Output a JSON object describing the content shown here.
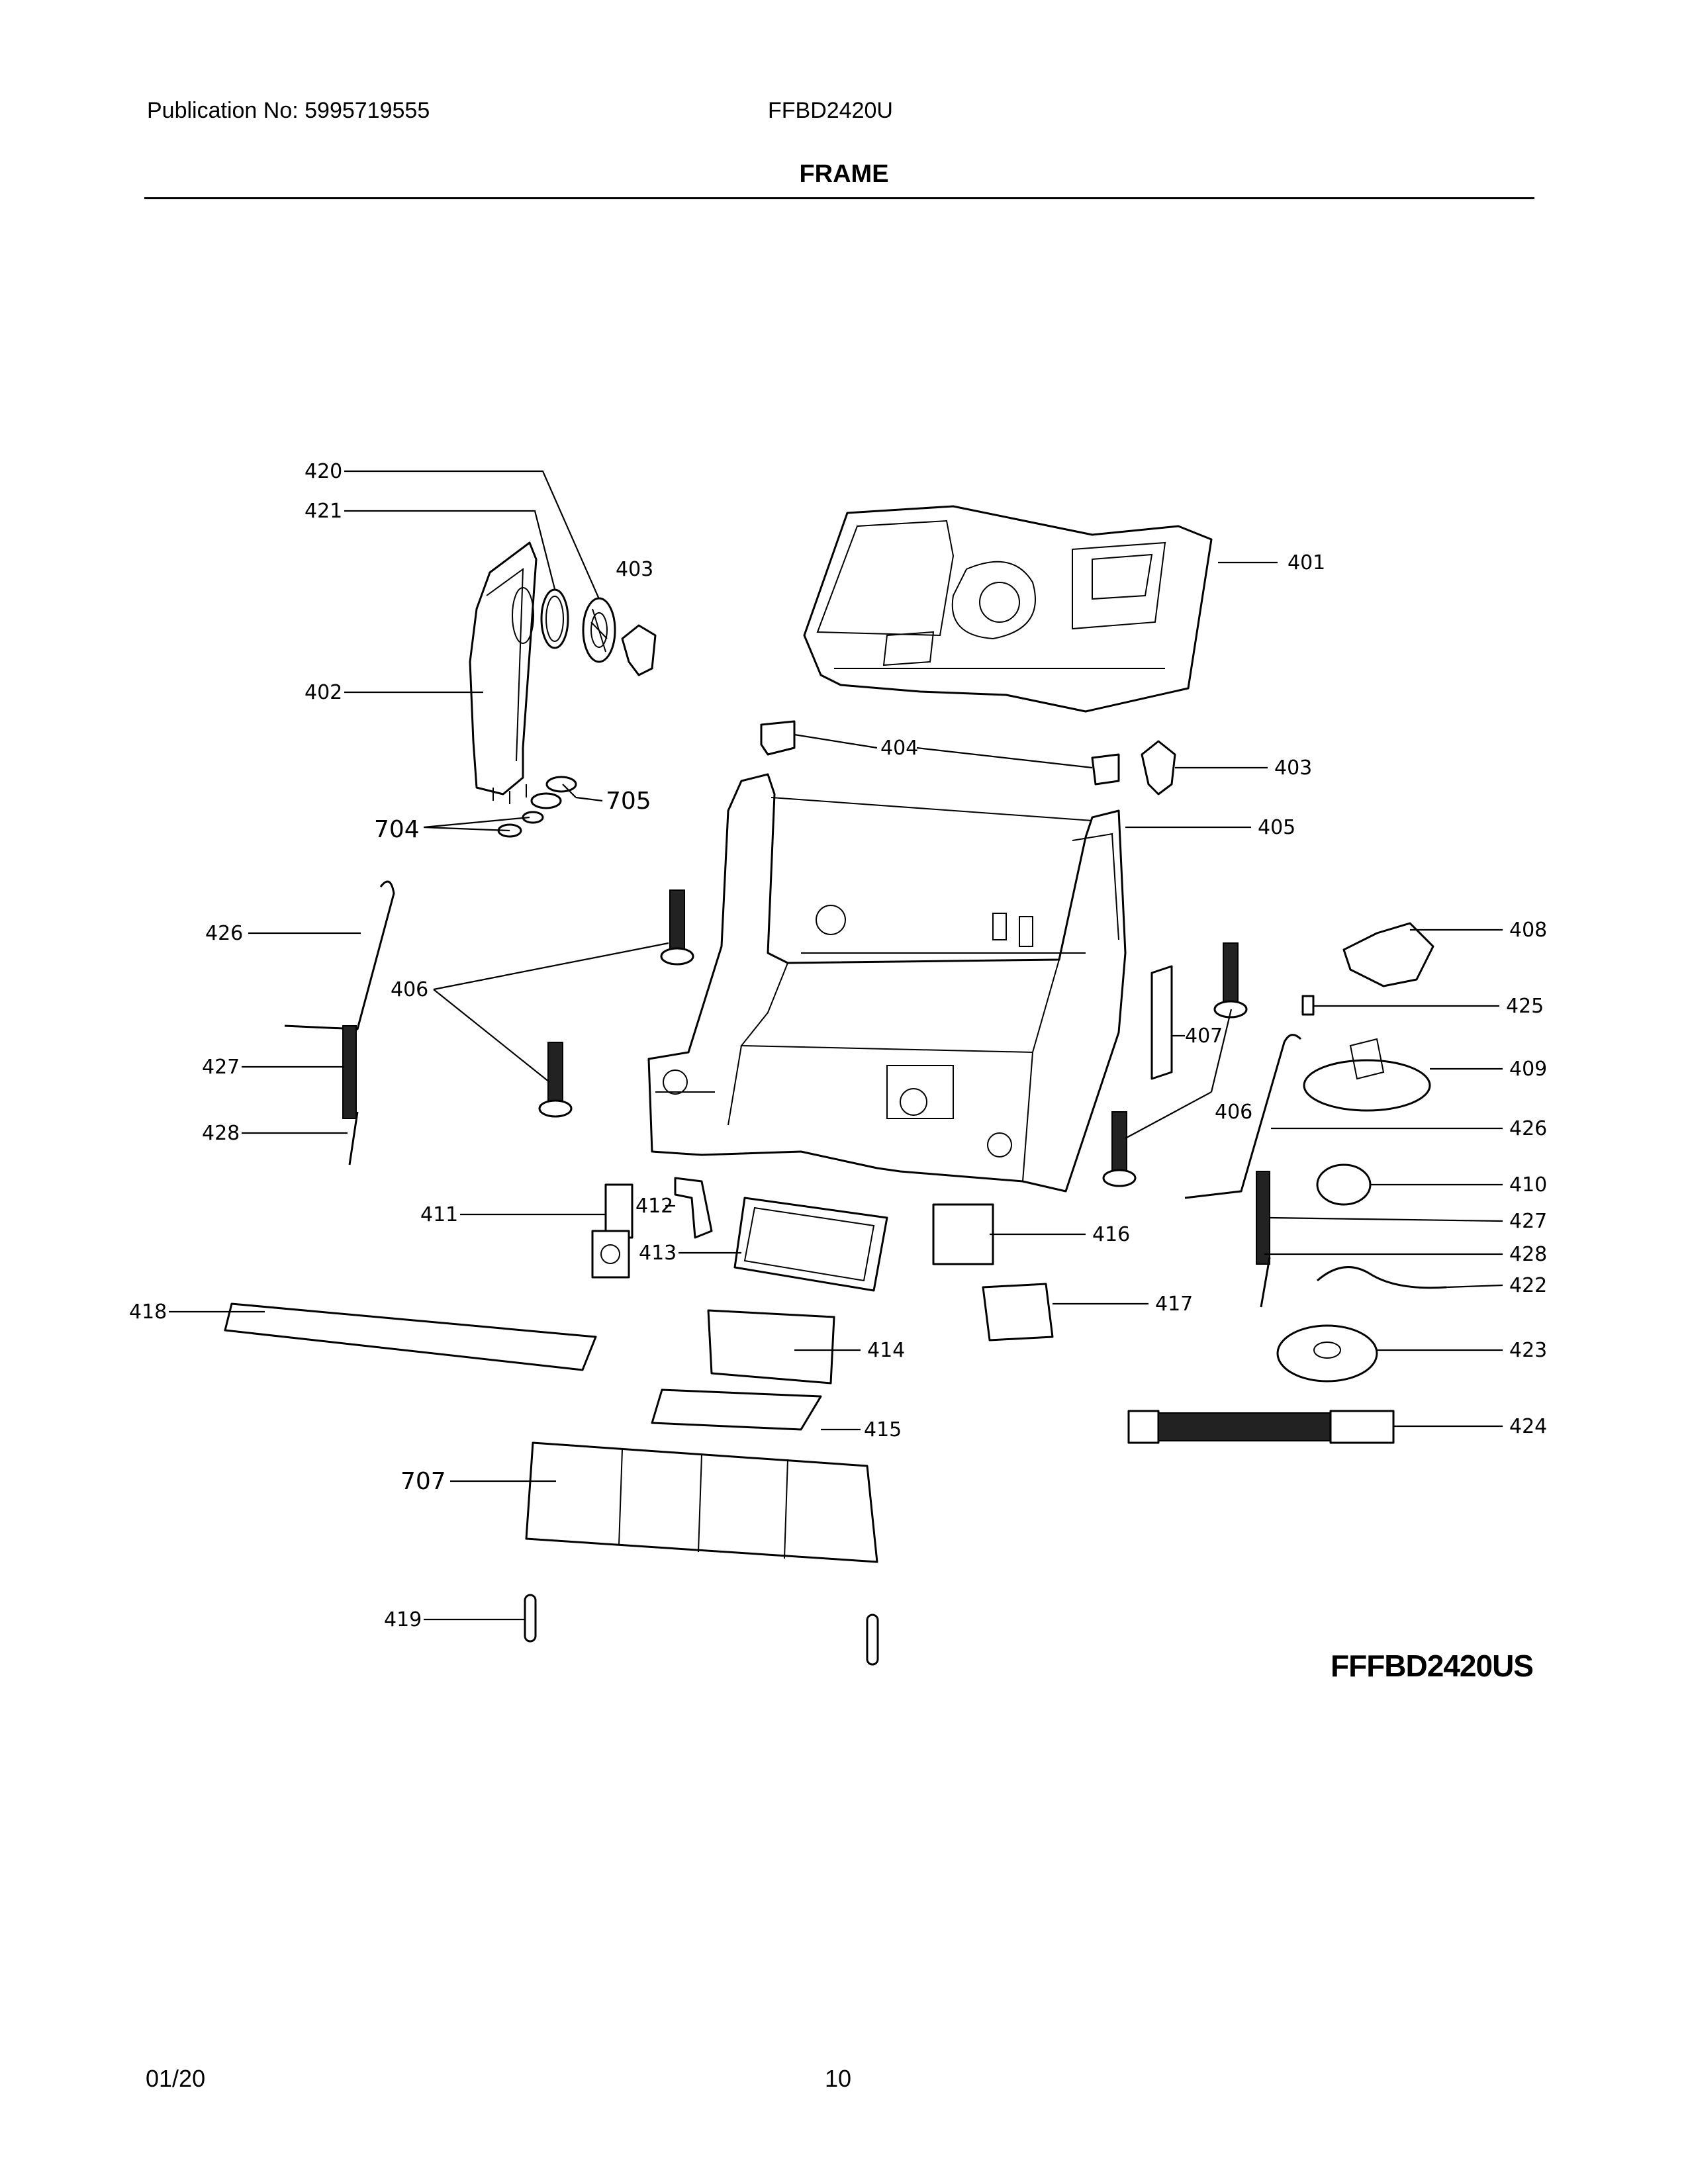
{
  "header": {
    "publication": "Publication No: 5995719555",
    "model": "FFBD2420U",
    "section_title": "FRAME"
  },
  "model_suffix": "FFFBD2420US",
  "footer": {
    "date": "01/20",
    "page": "10"
  },
  "callouts": {
    "c420": "420",
    "c421": "421",
    "c403a": "403",
    "c402": "402",
    "c705": "705",
    "c704": "704",
    "c401": "401",
    "c404": "404",
    "c403b": "403",
    "c405": "405",
    "c426a": "426",
    "c406a": "406",
    "c427a": "427",
    "c428a": "428",
    "c408": "408",
    "c425": "425",
    "c407": "407",
    "c409": "409",
    "c406b": "406",
    "c426b": "426",
    "c410": "410",
    "c427b": "427",
    "c428b": "428",
    "c422": "422",
    "c411": "411",
    "c412": "412",
    "c413": "413",
    "c416": "416",
    "c417": "417",
    "c418": "418",
    "c414": "414",
    "c423": "423",
    "c415": "415",
    "c424": "424",
    "c707": "707",
    "c419": "419"
  }
}
